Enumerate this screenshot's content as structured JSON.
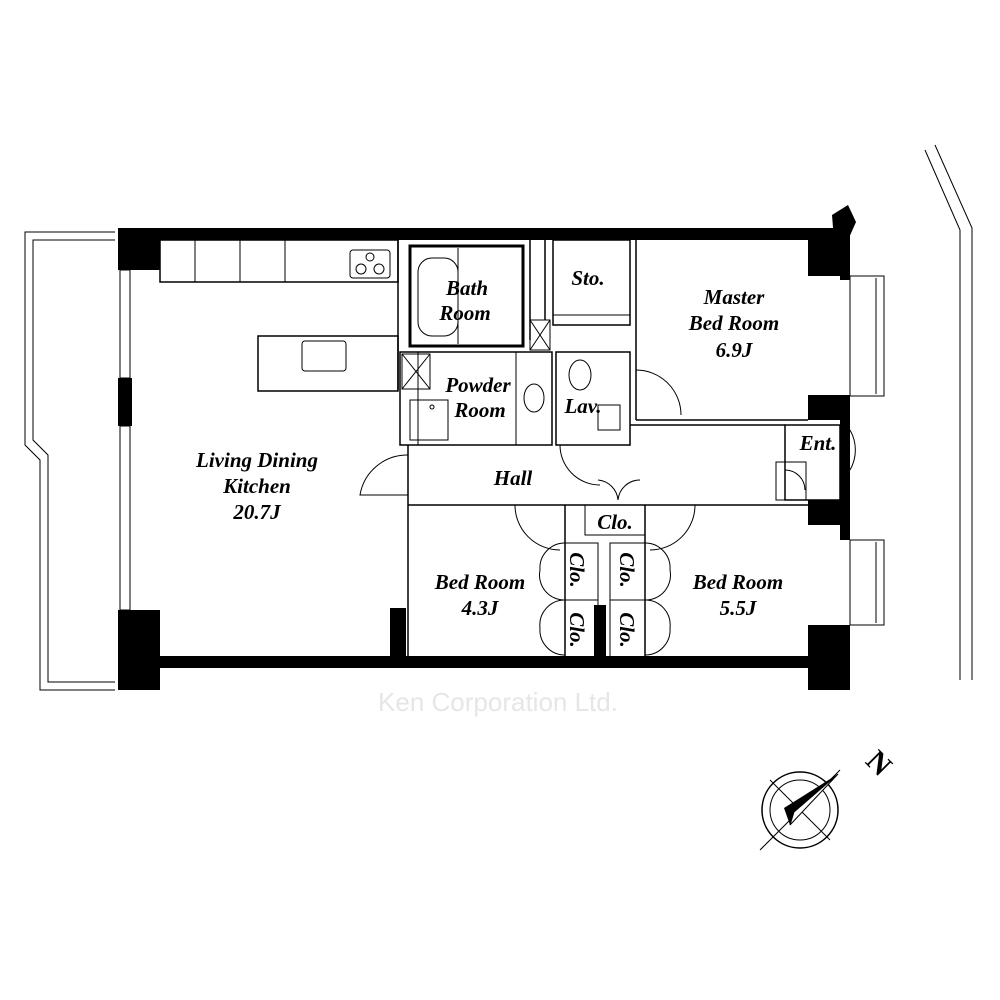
{
  "rooms": {
    "bath": [
      "Bath",
      "Room"
    ],
    "storage": "Sto.",
    "master": [
      "Master",
      "Bed Room",
      "6.9J"
    ],
    "powder": [
      "Powder",
      "Room"
    ],
    "lav": "Lav.",
    "ldk": [
      "Living Dining",
      "Kitchen",
      "20.7J"
    ],
    "hall": "Hall",
    "entrance": "Ent.",
    "closet": "Clo.",
    "bed1": [
      "Bed Room",
      "4.3J"
    ],
    "bed2": [
      "Bed Room",
      "5.5J"
    ]
  },
  "watermark": "Ken Corporation Ltd.",
  "compass": {
    "label": "N"
  }
}
